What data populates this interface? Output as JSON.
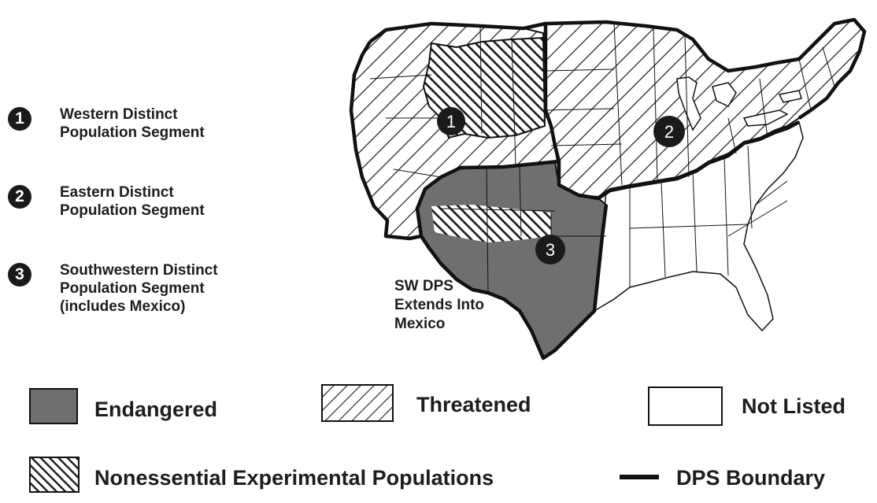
{
  "dps_legend": [
    {
      "number": "1",
      "line1": "Western Distinct",
      "line2": "Population Segment",
      "line3": ""
    },
    {
      "number": "2",
      "line1": "Eastern Distinct",
      "line2": "Population Segment",
      "line3": ""
    },
    {
      "number": "3",
      "line1": "Southwestern Distinct",
      "line2": "Population Segment",
      "line3": "(includes Mexico)"
    }
  ],
  "map": {
    "badges": [
      "1",
      "2",
      "3"
    ],
    "note_lines": [
      "SW DPS",
      "Extends Into",
      "Mexico"
    ]
  },
  "status_legend": {
    "endangered": "Endangered",
    "threatened": "Threatened",
    "not_listed": "Not Listed",
    "nonessential": "Nonessential Experimental Populations",
    "boundary": "DPS Boundary"
  },
  "colors": {
    "endangered_fill": "#6f6f6f",
    "hatch_line": "#1a1a1a",
    "boundary": "#111111",
    "badge": "#1a1a1a"
  }
}
